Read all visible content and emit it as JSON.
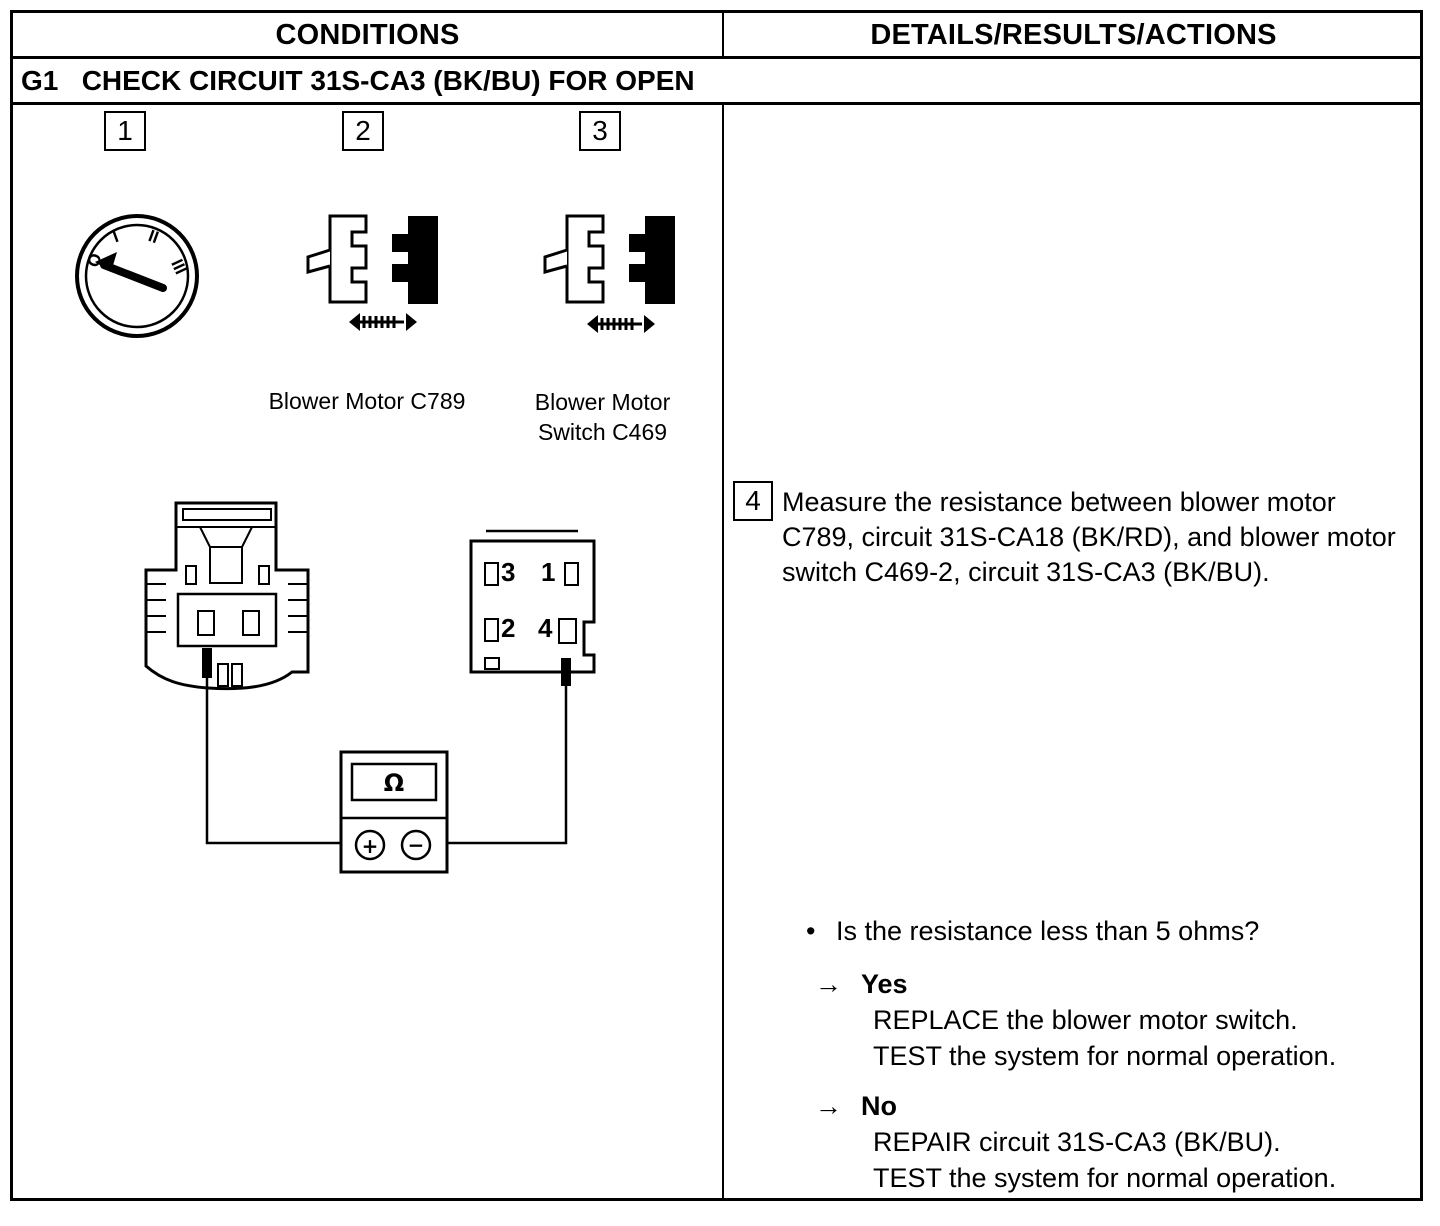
{
  "table": {
    "header_conditions": "CONDITIONS",
    "header_details": "DETAILS/RESULTS/ACTIONS",
    "step_title": "G1   CHECK CIRCUIT 31S-CA3 (BK/BU) FOR OPEN"
  },
  "conditions": {
    "steps": [
      {
        "number": "1",
        "icon": "ignition-switch-off-icon"
      },
      {
        "number": "2",
        "icon": "disconnect-connector-icon",
        "caption": "Blower Motor C789"
      },
      {
        "number": "3",
        "icon": "disconnect-connector-icon",
        "caption_line1": "Blower Motor",
        "caption_line2": "Switch C469"
      }
    ],
    "ignition_positions": [
      "O",
      "I",
      "II",
      "III"
    ],
    "switch_pins": {
      "p3": "3",
      "p1": "1",
      "p2": "2",
      "p4": "4"
    },
    "meter_symbol": "Ω",
    "meter_plus": "+",
    "meter_minus": "−"
  },
  "details": {
    "step_number": "4",
    "instruction": "Measure the resistance between blower motor C789, circuit 31S-CA18 (BK/RD), and blower motor switch C469-2, circuit 31S-CA3 (BK/BU).",
    "question": "Is the resistance less than 5 ohms?",
    "answers": [
      {
        "arrow": "→",
        "label": "Yes",
        "line1": "REPLACE the blower motor switch.",
        "line2": "TEST the system for normal operation."
      },
      {
        "arrow": "→",
        "label": "No",
        "line1": "REPAIR circuit 31S-CA3 (BK/BU).",
        "line2": "TEST the system for normal operation."
      }
    ]
  }
}
